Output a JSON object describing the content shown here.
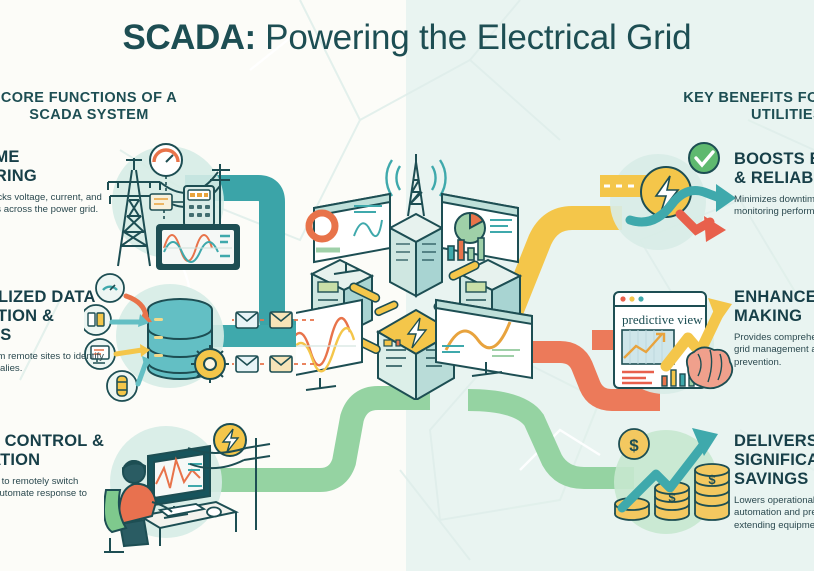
{
  "title": {
    "bold": "SCADA:",
    "rest": " Powering the Electrical Grid"
  },
  "colors": {
    "bg_left": "#fcfcf8",
    "bg_right": "#e9f4f1",
    "heading": "#1d4e53",
    "teal": "#3fa9ac",
    "teal_dark": "#1d6f73",
    "yellow": "#f2c43d",
    "orange": "#e8734a",
    "green": "#8fcf9c",
    "red": "#e8604c",
    "gold": "#e8a33d"
  },
  "left_column": {
    "heading": "CORE FUNCTIONS OF A SCADA SYSTEM",
    "blocks": [
      {
        "title": "REAL-TIME MONITORING",
        "body": "Continuously tracks voltage, current, and equipment status across the power grid.",
        "icon": "transmission-tower-gauge-waveform"
      },
      {
        "title": "CENTRALIZED DATA COLLECTION & ANALYSIS",
        "body": "Gathers data from remote sites to identify trends and anomalies.",
        "icon": "database-gear-sensors"
      },
      {
        "title": "REMOTE CONTROL & AUTOMATION",
        "body": "Allows operators to remotely switch equipment and automate response to power outages.",
        "icon": "operator-workstation-tower"
      }
    ]
  },
  "right_column": {
    "heading": "KEY BENEFITS FOR POWER UTILITIES",
    "blocks": [
      {
        "title": "BOOSTS EFFICIENCY & RELIABILITY",
        "body": "Minimizes downtime and energy losses by monitoring performance in real time.",
        "icon": "lightbulb-check-arrows"
      },
      {
        "title": "ENHANCED DECISION-MAKING",
        "body": "Provides comprehensive data for proactive grid management and faster issue prevention.",
        "icon": "predictive-dashboard-brain"
      },
      {
        "title": "DELIVERS SIGNIFICANT COST SAVINGS",
        "body": "Lowers operational costs through automation and predictive maintenance, extending equipment life.",
        "icon": "coin-stacks-growth-arrow"
      }
    ]
  },
  "center": {
    "label": "scada-hub-isometric",
    "dashboard_window_label": "predictive view",
    "elements": [
      "radio-tower",
      "server-racks",
      "monitors",
      "lightning-core"
    ]
  }
}
